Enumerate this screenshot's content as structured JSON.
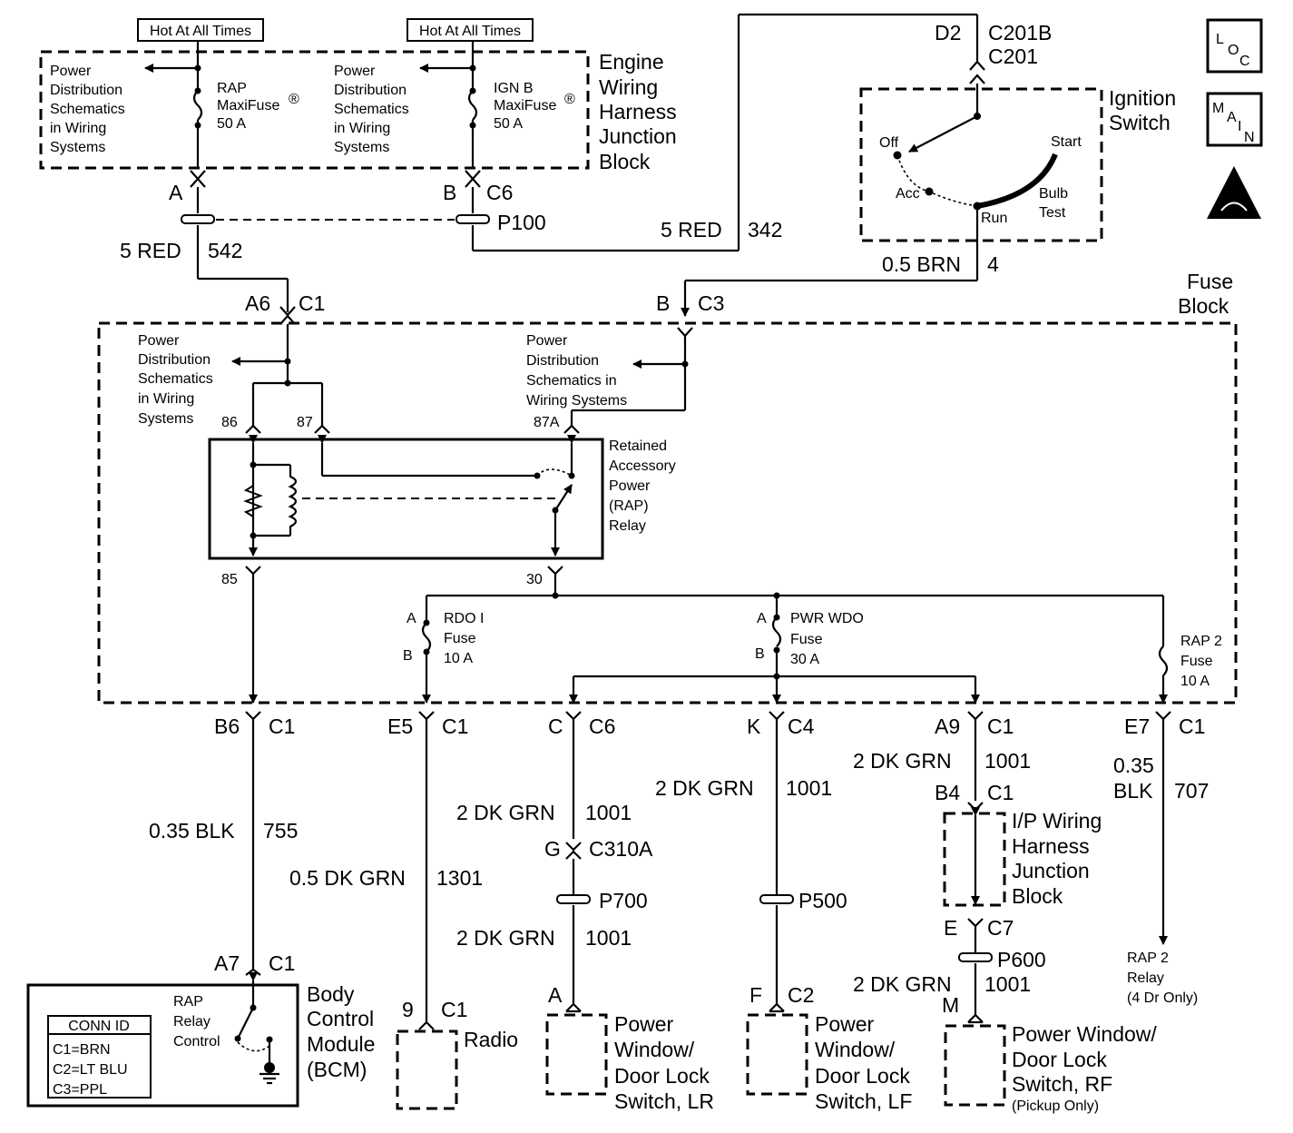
{
  "top_left": {
    "hot_a": "Hot At All Times",
    "hot_b": "Hot At All Times",
    "pd_a": [
      "Power",
      "Distribution",
      "Schematics",
      "in Wiring",
      "Systems"
    ],
    "pd_b": [
      "Power",
      "Distribution",
      "Schematics",
      "in Wiring",
      "Systems"
    ],
    "fuse_a": [
      "RAP",
      "MaxiFuse",
      "50 A"
    ],
    "fuse_b": [
      "IGN B",
      "MaxiFuse",
      "50 A"
    ],
    "reg_mark": "®",
    "block_title": [
      "Engine",
      "Wiring",
      "Harness",
      "Junction",
      "Block"
    ],
    "conn_a": "A",
    "conn_b": "B",
    "conn_c6": "C6",
    "splice_p100": "P100",
    "wire_542_color": "5 RED",
    "wire_542_num": "542",
    "wire_342_color": "5 RED",
    "wire_342_num": "342"
  },
  "ignition": {
    "d2": "D2",
    "c201b": "C201B",
    "c201": "C201",
    "title": [
      "Ignition",
      "Switch"
    ],
    "off": "Off",
    "acc": "Acc",
    "run": "Run",
    "start": "Start",
    "bulb_test": [
      "Bulb",
      "Test"
    ],
    "wire_color": "0.5 BRN",
    "wire_num": "4"
  },
  "badges": {
    "loc": [
      "L",
      "O",
      "C"
    ],
    "main": [
      "M",
      "A",
      "I",
      "N"
    ]
  },
  "fuse_block": {
    "title": [
      "Fuse",
      "Block"
    ],
    "a6": "A6",
    "c1": "C1",
    "b": "B",
    "c3": "C3",
    "pd_left": [
      "Power",
      "Distribution",
      "Schematics",
      "in Wiring",
      "Systems"
    ],
    "pd_right": [
      "Power",
      "Distribution",
      "Schematics in",
      "Wiring Systems"
    ],
    "pin86": "86",
    "pin87": "87",
    "pin87a": "87A",
    "pin85": "85",
    "pin30": "30",
    "relay_label": [
      "Retained",
      "Accessory",
      "Power",
      "(RAP)",
      "Relay"
    ],
    "rdo_fuse": [
      "RDO I",
      "Fuse",
      "10 A"
    ],
    "pwr_fuse": [
      "PWR WDO",
      "Fuse",
      "30 A"
    ],
    "rap2_fuse": [
      "RAP 2",
      "Fuse",
      "10 A"
    ],
    "fa": "A",
    "fb": "B"
  },
  "outputs": {
    "b6": "B6",
    "b6c": "C1",
    "e5": "E5",
    "e5c": "C1",
    "c": "C",
    "cc": "C6",
    "k": "K",
    "kc": "C4",
    "a9": "A9",
    "a9c": "C1",
    "e7": "E7",
    "e7c": "C1",
    "w755_color": "0.35 BLK",
    "w755_num": "755",
    "w1301_color": "0.5 DK GRN",
    "w1301_num": "1301",
    "w1001_a_color": "2 DK GRN",
    "w1001_a_num": "1001",
    "w1001_b_color": "2 DK GRN",
    "w1001_b_num": "1001",
    "w1001_c_color": "2 DK GRN",
    "w1001_c_num": "1001",
    "w1001_d_color": "2 DK GRN",
    "w1001_d_num": "1001",
    "w1001_e_color": "2 DK GRN",
    "w1001_e_num": "1001",
    "w707_color": [
      "0.35",
      "BLK"
    ],
    "w707_num": "707",
    "g": "G",
    "c310a": "C310A",
    "p700": "P700",
    "p500": "P500",
    "p600": "P600",
    "b4": "B4",
    "b4c": "C1",
    "ip_block": [
      "I/P Wiring",
      "Harness",
      "Junction",
      "Block"
    ],
    "e": "E",
    "c7": "C7",
    "rap2_relay": [
      "RAP 2",
      "Relay",
      "(4 Dr Only)"
    ]
  },
  "bcm": {
    "a7": "A7",
    "a7c": "C1",
    "title": [
      "Body",
      "Control",
      "Module",
      "(BCM)"
    ],
    "rap_ctrl": [
      "RAP",
      "Relay",
      "Control"
    ],
    "conn_id_title": "CONN ID",
    "conn_ids": [
      "C1=BRN",
      "C2=LT BLU",
      "C3=PPL"
    ]
  },
  "components": {
    "radio_pin": "9",
    "radio_conn": "C1",
    "radio": "Radio",
    "lr_pin": "A",
    "lr": [
      "Power",
      "Window/",
      "Door Lock",
      "Switch, LR"
    ],
    "lf_pin": "F",
    "lf_conn": "C2",
    "lf": [
      "Power",
      "Window/",
      "Door Lock",
      "Switch, LF"
    ],
    "rf_pin": "M",
    "rf": [
      "Power Window/",
      "Door Lock",
      "Switch, RF",
      "(Pickup Only)"
    ]
  }
}
